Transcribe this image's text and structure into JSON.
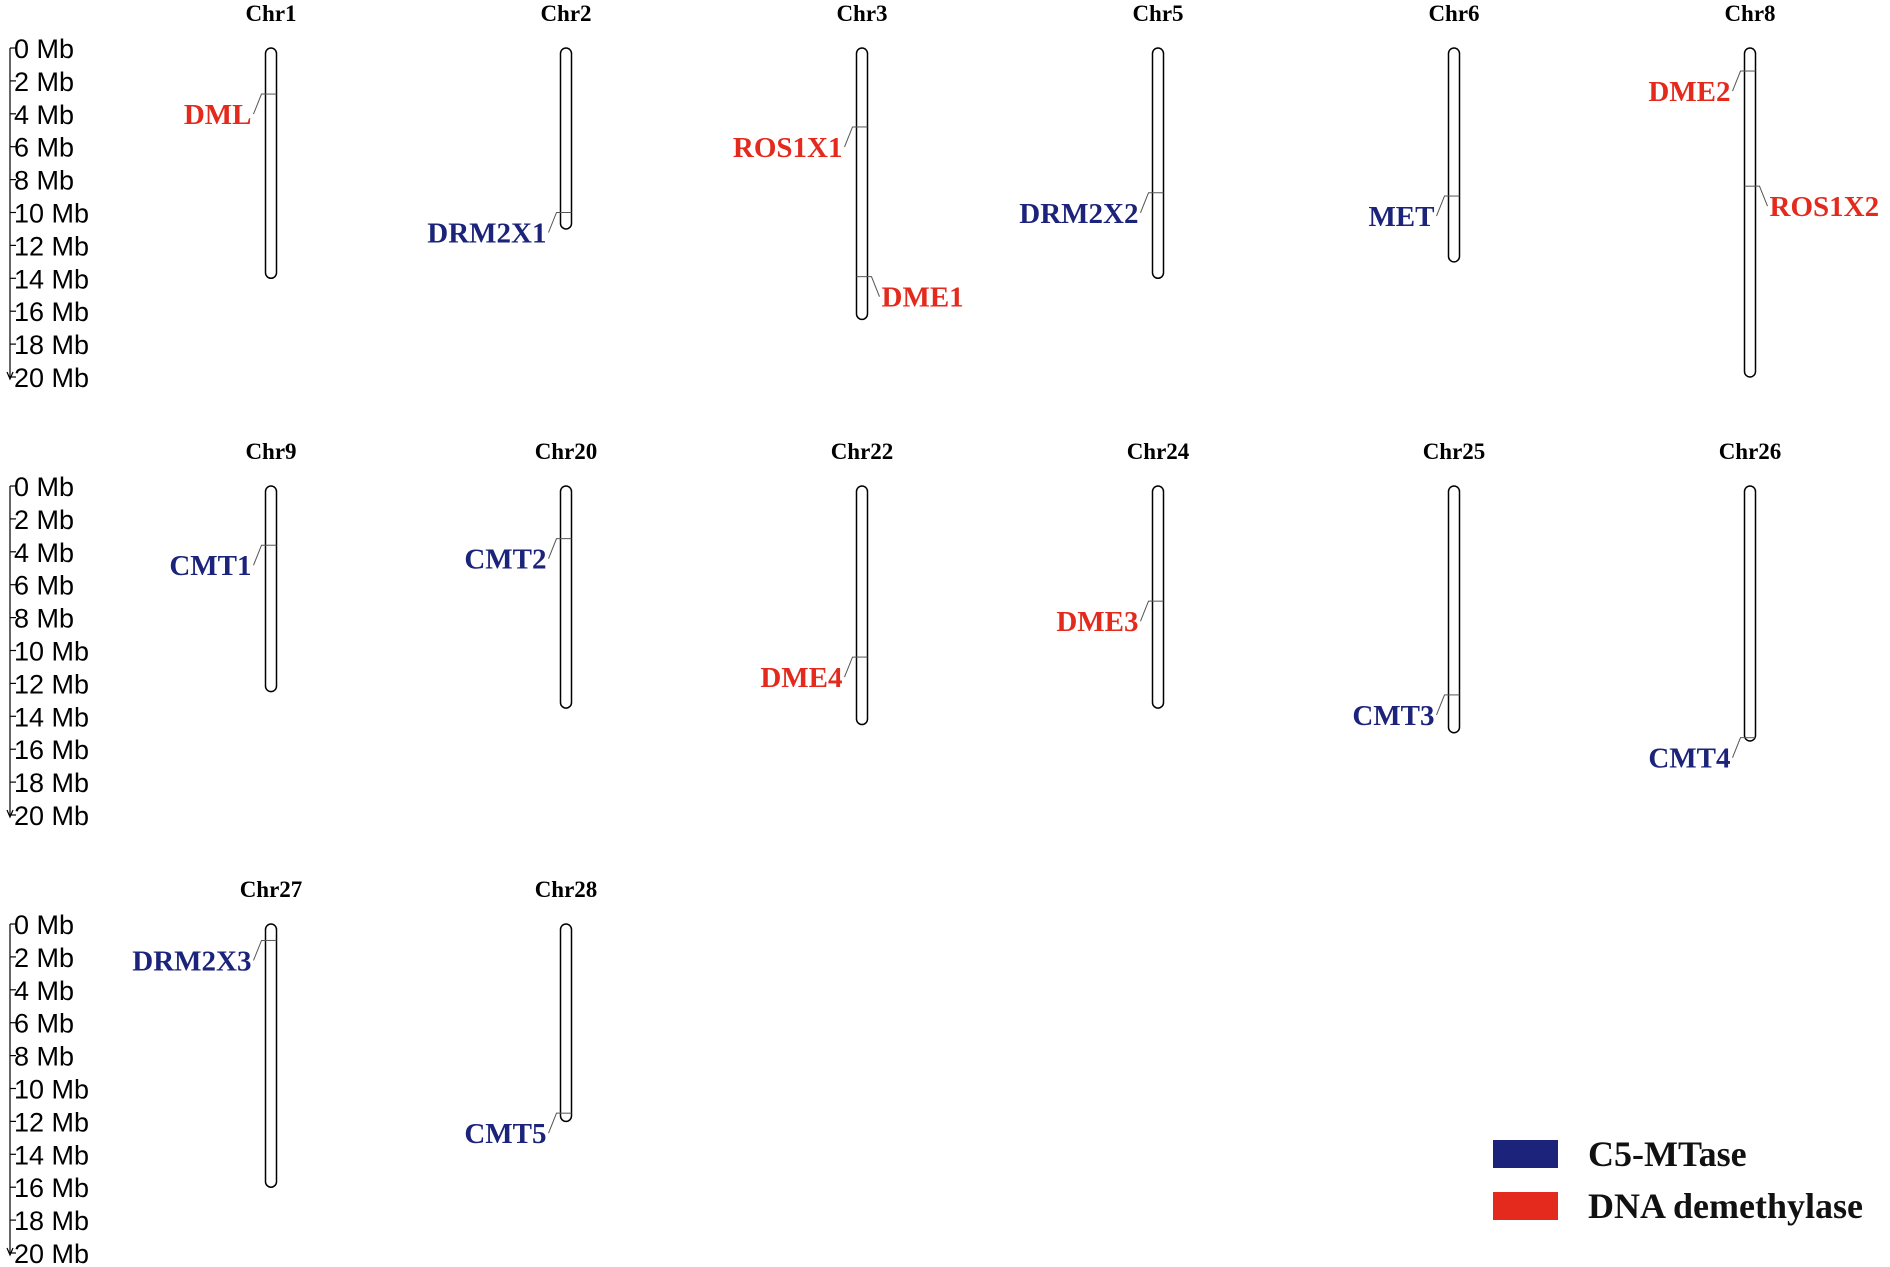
{
  "colors": {
    "c5_mtase": "#1b237a",
    "dna_demethylase": "#e42a1d",
    "outline": "#000000"
  },
  "axis": {
    "unit": "Mb",
    "max": 20,
    "tick_labels": [
      "0 Mb",
      "2 Mb",
      "4 Mb",
      "6 Mb",
      "8 Mb",
      "10 Mb",
      "12 Mb",
      "14 Mb",
      "16 Mb",
      "18 Mb",
      "20 Mb"
    ]
  },
  "legend": [
    {
      "label": "C5-MTase",
      "class": "c5_mtase"
    },
    {
      "label": "DNA demethylase",
      "class": "dna_demethylase"
    }
  ],
  "chart_data": {
    "type": "chromosome-map",
    "rows": [
      {
        "chromosomes": [
          {
            "name": "Chr1",
            "length": 14,
            "genes": [
              {
                "name": "DML",
                "pos": 2.8,
                "class": "dna_demethylase",
                "side": "left"
              }
            ]
          },
          {
            "name": "Chr2",
            "length": 11,
            "genes": [
              {
                "name": "DRM2X1",
                "pos": 10.0,
                "class": "c5_mtase",
                "side": "left"
              }
            ]
          },
          {
            "name": "Chr3",
            "length": 16.5,
            "genes": [
              {
                "name": "ROS1X1",
                "pos": 4.8,
                "class": "dna_demethylase",
                "side": "left"
              },
              {
                "name": "DME1",
                "pos": 13.9,
                "class": "dna_demethylase",
                "side": "right"
              }
            ]
          },
          {
            "name": "Chr5",
            "length": 14,
            "genes": [
              {
                "name": "DRM2X2",
                "pos": 8.8,
                "class": "c5_mtase",
                "side": "left"
              }
            ]
          },
          {
            "name": "Chr6",
            "length": 13,
            "genes": [
              {
                "name": "MET",
                "pos": 9.0,
                "class": "c5_mtase",
                "side": "left"
              }
            ]
          },
          {
            "name": "Chr8",
            "length": 20,
            "genes": [
              {
                "name": "DME2",
                "pos": 1.4,
                "class": "dna_demethylase",
                "side": "left"
              },
              {
                "name": "ROS1X2",
                "pos": 8.4,
                "class": "dna_demethylase",
                "side": "right"
              }
            ]
          }
        ]
      },
      {
        "chromosomes": [
          {
            "name": "Chr9",
            "length": 12.5,
            "genes": [
              {
                "name": "CMT1",
                "pos": 3.6,
                "class": "c5_mtase",
                "side": "left"
              }
            ]
          },
          {
            "name": "Chr20",
            "length": 13.5,
            "genes": [
              {
                "name": "CMT2",
                "pos": 3.2,
                "class": "c5_mtase",
                "side": "left"
              }
            ]
          },
          {
            "name": "Chr22",
            "length": 14.5,
            "genes": [
              {
                "name": "DME4",
                "pos": 10.4,
                "class": "dna_demethylase",
                "side": "left"
              }
            ]
          },
          {
            "name": "Chr24",
            "length": 13.5,
            "genes": [
              {
                "name": "DME3",
                "pos": 7.0,
                "class": "dna_demethylase",
                "side": "left"
              }
            ]
          },
          {
            "name": "Chr25",
            "length": 15,
            "genes": [
              {
                "name": "CMT3",
                "pos": 12.7,
                "class": "c5_mtase",
                "side": "left"
              }
            ]
          },
          {
            "name": "Chr26",
            "length": 15.5,
            "genes": [
              {
                "name": "CMT4",
                "pos": 15.3,
                "class": "c5_mtase",
                "side": "left"
              }
            ]
          }
        ]
      },
      {
        "chromosomes": [
          {
            "name": "Chr27",
            "length": 16,
            "genes": [
              {
                "name": "DRM2X3",
                "pos": 1.0,
                "class": "c5_mtase",
                "side": "left"
              }
            ]
          },
          {
            "name": "Chr28",
            "length": 12,
            "genes": [
              {
                "name": "CMT5",
                "pos": 11.5,
                "class": "c5_mtase",
                "side": "left"
              }
            ]
          }
        ]
      }
    ]
  }
}
